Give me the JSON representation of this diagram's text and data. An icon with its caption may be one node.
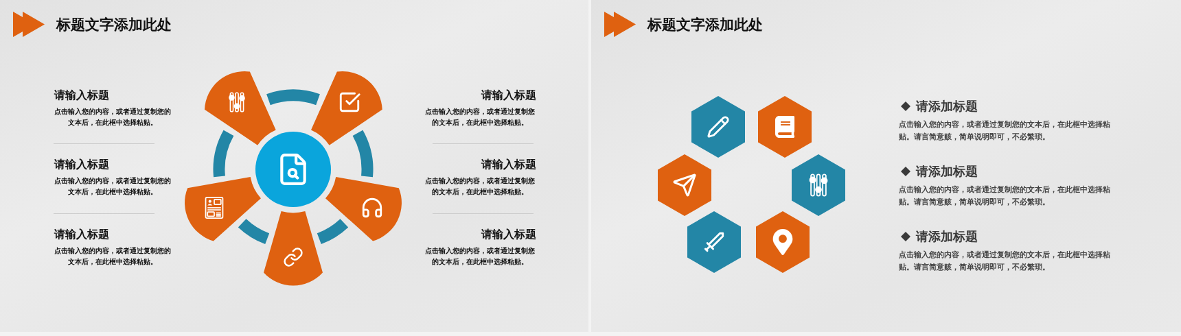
{
  "diagram": {
    "nodes": [
      {
        "text": [
          "标题文字添加此处"
        ]
      },
      {
        "text": [],
        "shape": "sector",
        "in": 0
      },
      {
        "text": [],
        "shape": "sector",
        "in": 0
      },
      {
        "text": [],
        "shape": "circle",
        "in": 0
      },
      {
        "text": [],
        "shape": "sector",
        "in": 0
      },
      {
        "text": [],
        "shape": "sector",
        "in": 0
      },
      {
        "text": [],
        "shape": "sector",
        "in": 0
      },
      {
        "text": [
          "标题文字添加此处"
        ]
      },
      {
        "text": [],
        "shape": "hexagon",
        "in": 7
      },
      {
        "text": [],
        "shape": "hexagon",
        "in": 7
      },
      {
        "text": [],
        "shape": "hexagon",
        "in": 7
      },
      {
        "text": [],
        "shape": "hexagon",
        "in": 7
      },
      {
        "text": [],
        "shape": "hexagon",
        "in": 7
      },
      {
        "text": [],
        "shape": "hexagon",
        "in": 7
      }
    ],
    "labels": [
      "请输入标题",
      "点击输入您的内容，或者通过复制您的文本后，在此框中选择粘贴。",
      "请输入标题",
      "点击输入您的内容，或者通过复制您的文本后，在此框中选择粘贴。",
      "请输入标题",
      "点击输入您的内容，或者通过复制您的文本后，在此框中选择粘贴。",
      "请输入标题",
      "点击输入您的内容，或者通过复制您的文本后，在此框中选择粘贴。",
      "请输入标题",
      "点击输入您的内容，或者通过复制您的文本后，在此框中选择粘贴。",
      "请输入标题",
      "点击输入您的内容，或者通过复制您的文本后，在此框中选择粘贴。",
      "请添加标题",
      "点击输入您的内容，或者通过复制您的文本后，在此框中选择粘贴。请言简意赅，简单说明即可，不必繁琐。",
      "请添加标题",
      "点击输入您的内容，或者通过复制您的文本后，在此框中选择粘贴。请言简意赅，简单说明即可，不必繁琐。",
      "请添加标题",
      "点击输入您的内容，或者通过复制您的文本后，在此框中选择粘贴。请言简意赅，简单说明即可，不必繁琐。"
    ]
  }
}
